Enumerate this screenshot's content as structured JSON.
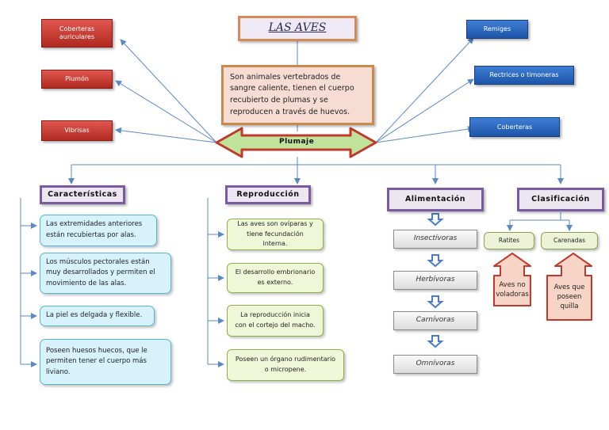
{
  "title": "LAS AVES",
  "description": "Son animales vertebrados de sangre caliente, tienen el cuerpo recubierto de plumas y se reproducen a través de huevos.",
  "plumaje": "Plumaje",
  "left_nodes": [
    "Coberteras auriculares",
    "Plumón",
    "Vibrisas"
  ],
  "right_nodes": [
    "Remiges",
    "Rectrices o timoneras",
    "Coberteras"
  ],
  "sections": {
    "caracteristicas": {
      "header": "Características",
      "items": [
        "Las extremidades anteriores están recubiertas por alas.",
        "Los músculos pectorales están muy desarrollados y permiten el movimiento de las alas.",
        "La piel es delgada y flexible.",
        "Poseen huesos huecos, que le permiten tener el cuerpo más liviano."
      ]
    },
    "reproduccion": {
      "header": "Reproducción",
      "items": [
        "Las aves son ovíparas y tiene fecundación interna.",
        "El desarrollo embrionario es externo.",
        "La reproducción inicia con el cortejo del macho.",
        "Poseen un órgano rudimentario o micropene."
      ]
    },
    "alimentacion": {
      "header": "Alimentación",
      "items": [
        "Insectívoras",
        "Herbívoras",
        "Carnívoras",
        "Omnívoras"
      ]
    },
    "clasificacion": {
      "header": "Clasificación",
      "groups": [
        {
          "name": "Ratites",
          "note": "Aves no voladoras"
        },
        {
          "name": "Carenadas",
          "note": "Aves que poseen quilla"
        }
      ]
    }
  },
  "colors": {
    "line": "#5a8ac6",
    "arrow_fill": "#bfe39a",
    "arrow_stroke": "#c0392b",
    "down_arrow": "#4a7cc7",
    "up_arrow_fill": "#f6d5c6",
    "up_arrow_stroke": "#c0392b"
  }
}
